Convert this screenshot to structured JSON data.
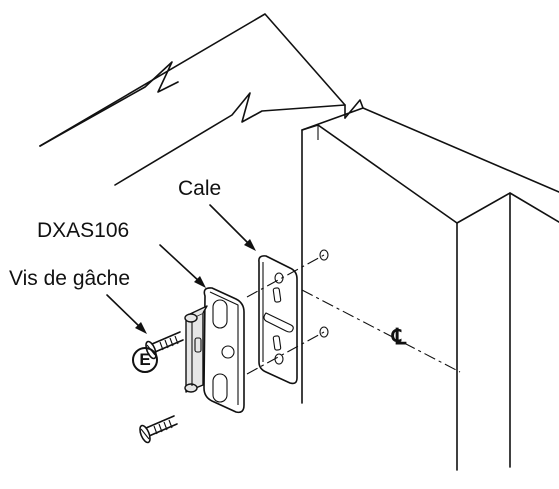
{
  "labels": {
    "cale": "Cale",
    "product": "DXAS106",
    "screw": "Vis de gâche",
    "e_marker": "E",
    "centerline": "℄"
  }
}
